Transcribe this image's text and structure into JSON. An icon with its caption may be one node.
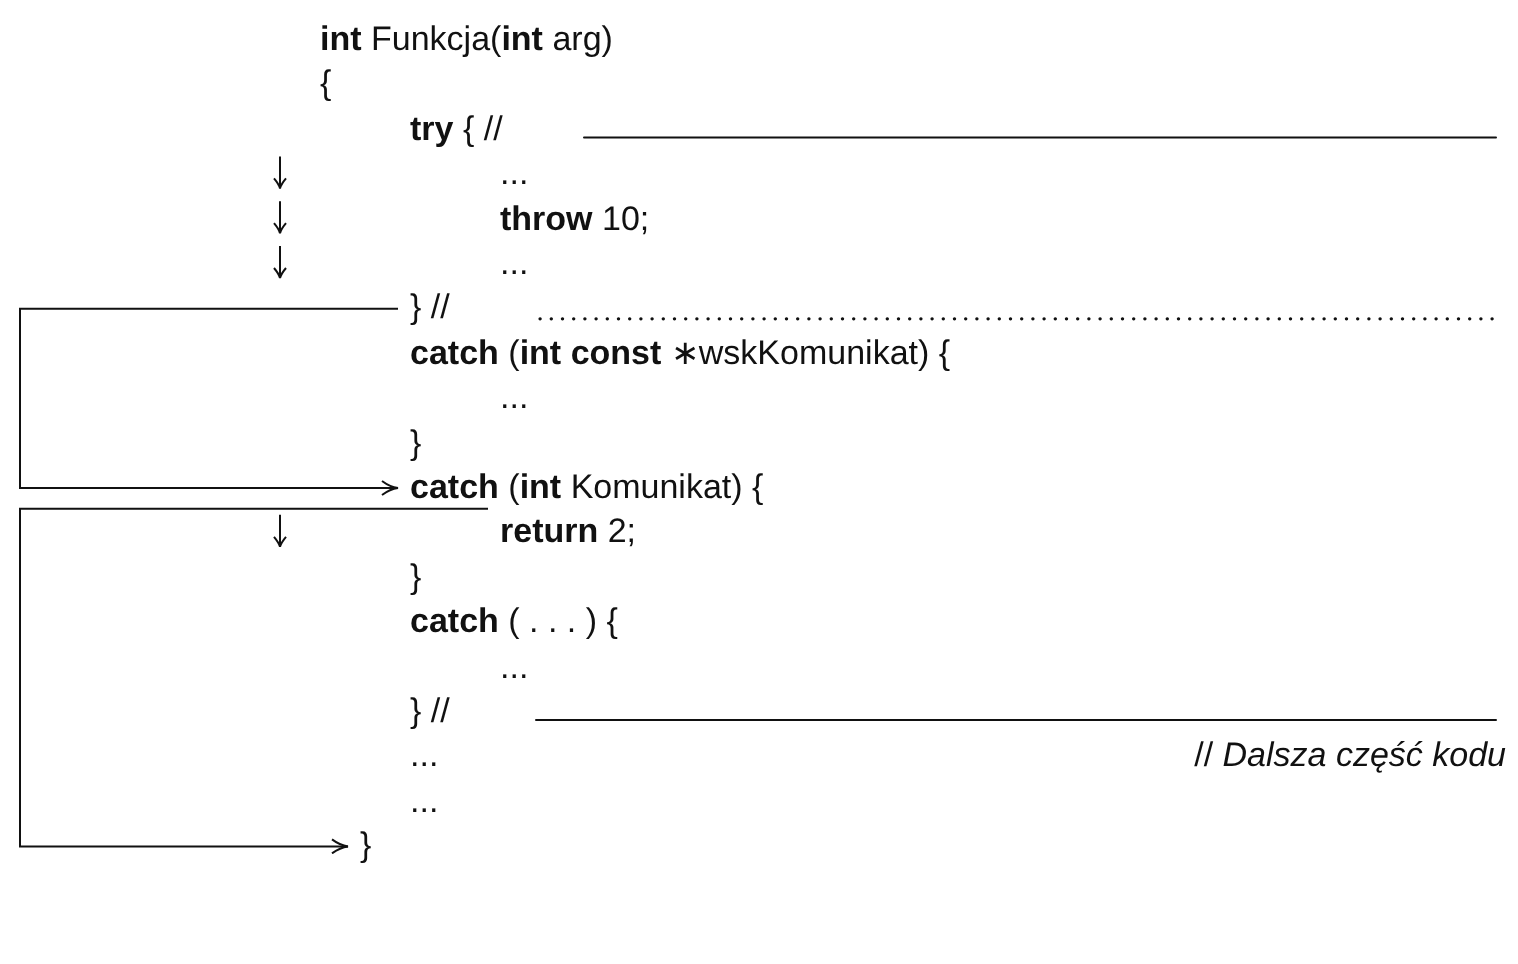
{
  "diagram": {
    "nodes": [
      {
        "text": [
          "} //"
        ]
      },
      {
        "text": [
          "**catch** (**int** Komunikat) {"
        ]
      },
      {
        "text": [
          "**return** 2;"
        ]
      },
      {
        "text": [
          "}"
        ]
      }
    ],
    "edges": [
      {
        "from": 0,
        "to": 1,
        "arrow": "to"
      },
      {
        "from": 2,
        "to": 3,
        "arrow": "to"
      }
    ],
    "labels": [
      "**int** Funkcja(**int** arg)",
      "{",
      "**try** { //",
      "...",
      "**throw** 10;",
      "...",
      "**catch** (**int** **const** ∗wskKomunikat) {",
      "...",
      "}",
      "}",
      "**catch** ( . . . ) {",
      "...",
      "} //",
      "...",
      "// *Dalsza część kodu*",
      "..."
    ]
  }
}
